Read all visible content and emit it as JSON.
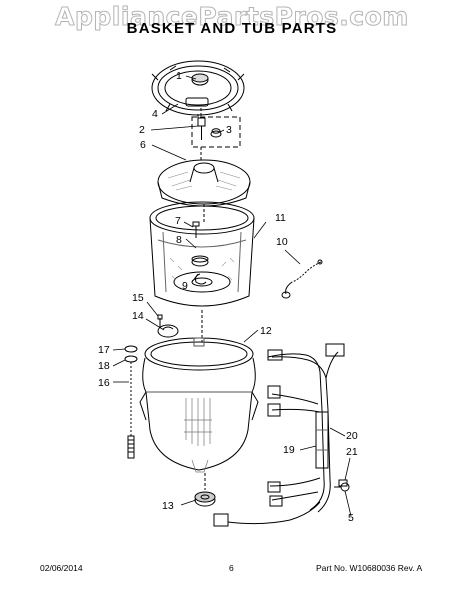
{
  "watermark": "AppliancePartsPros.com",
  "title": "BASKET AND TUB PARTS",
  "callouts": [
    {
      "id": "1",
      "text": "1"
    },
    {
      "id": "2",
      "text": "2"
    },
    {
      "id": "3",
      "text": "3"
    },
    {
      "id": "4",
      "text": "4"
    },
    {
      "id": "5",
      "text": "5"
    },
    {
      "id": "6",
      "text": "6"
    },
    {
      "id": "7",
      "text": "7"
    },
    {
      "id": "8",
      "text": "8"
    },
    {
      "id": "9",
      "text": "9"
    },
    {
      "id": "10",
      "text": "10"
    },
    {
      "id": "11",
      "text": "11"
    },
    {
      "id": "12",
      "text": "12"
    },
    {
      "id": "13",
      "text": "13"
    },
    {
      "id": "14",
      "text": "14"
    },
    {
      "id": "15",
      "text": "15"
    },
    {
      "id": "16",
      "text": "16"
    },
    {
      "id": "17",
      "text": "17"
    },
    {
      "id": "18",
      "text": "18"
    },
    {
      "id": "19",
      "text": "19"
    },
    {
      "id": "20",
      "text": "20"
    },
    {
      "id": "21",
      "text": "21"
    }
  ],
  "footer": {
    "date": "02/06/2014",
    "page": "6",
    "part_number": "Part No. W10680036  Rev. A"
  }
}
